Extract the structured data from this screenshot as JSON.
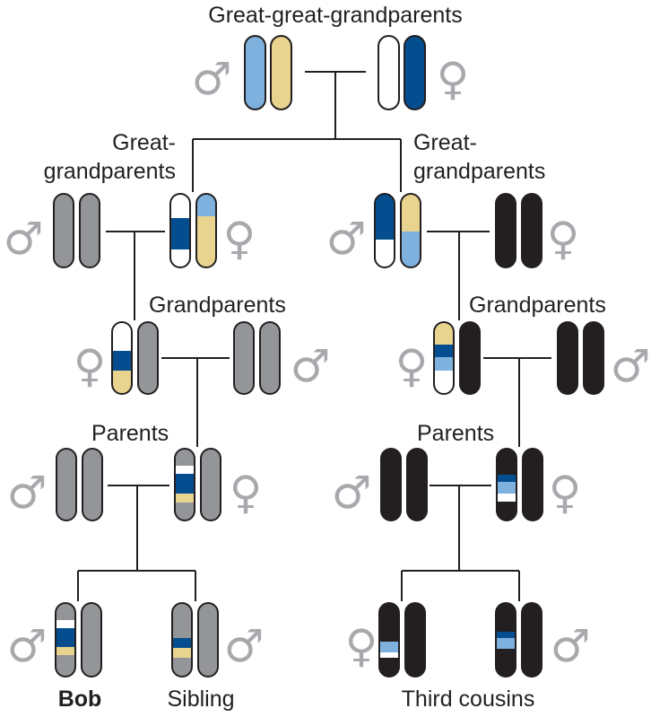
{
  "title": "Great-great-grandparents",
  "labels": {
    "ggp_left_line1": "Great-",
    "ggp_left_line2": "grandparents",
    "ggp_right_line1": "Great-",
    "ggp_right_line2": "grandparents",
    "gp_left": "Grandparents",
    "gp_right": "Grandparents",
    "par_left": "Parents",
    "par_right": "Parents",
    "bob": "Bob",
    "sibling": "Sibling",
    "third_cousins": "Third cousins"
  },
  "symbols": {
    "male": "♂",
    "female": "♀"
  },
  "colors": {
    "light_blue": "#7eb1de",
    "tan": "#e8d38f",
    "dark_blue": "#044e8f",
    "white": "#ffffff",
    "gray": "#939598",
    "black": "#231f20",
    "symbol_gray": "#a7a9ac",
    "line": "#231f20"
  },
  "individuals": [
    {
      "id": "gggp-male",
      "sex": "male",
      "chromosomes": [
        "light_blue",
        "tan"
      ]
    },
    {
      "id": "gggp-female",
      "sex": "female",
      "chromosomes": [
        "white",
        "dark_blue"
      ]
    },
    {
      "id": "ggp-left-male",
      "sex": "male",
      "chromosomes": [
        "gray",
        "gray"
      ]
    },
    {
      "id": "ggp-left-female",
      "sex": "female",
      "chromosomes": [
        "white+dark_blue",
        "tan+light_blue"
      ]
    },
    {
      "id": "ggp-right-male",
      "sex": "male",
      "chromosomes": [
        "dark_blue+white",
        "tan+light_blue"
      ]
    },
    {
      "id": "ggp-right-female",
      "sex": "female",
      "chromosomes": [
        "black",
        "black"
      ]
    },
    {
      "id": "gp-left-female",
      "sex": "female",
      "chromosomes": [
        "segmented",
        "gray"
      ]
    },
    {
      "id": "gp-left-male",
      "sex": "male",
      "chromosomes": [
        "gray",
        "gray"
      ]
    },
    {
      "id": "gp-right-female",
      "sex": "female",
      "chromosomes": [
        "segmented",
        "black"
      ]
    },
    {
      "id": "gp-right-male",
      "sex": "male",
      "chromosomes": [
        "black",
        "black"
      ]
    },
    {
      "id": "par-left-male",
      "sex": "male",
      "chromosomes": [
        "gray",
        "gray"
      ]
    },
    {
      "id": "par-left-female",
      "sex": "female",
      "chromosomes": [
        "segmented",
        "gray"
      ]
    },
    {
      "id": "par-right-male",
      "sex": "male",
      "chromosomes": [
        "black",
        "black"
      ]
    },
    {
      "id": "par-right-female",
      "sex": "female",
      "chromosomes": [
        "segmented",
        "black"
      ]
    },
    {
      "id": "bob",
      "sex": "male",
      "chromosomes": [
        "segmented",
        "gray"
      ]
    },
    {
      "id": "sibling",
      "sex": "male",
      "chromosomes": [
        "segmented",
        "gray"
      ]
    },
    {
      "id": "cousin-female",
      "sex": "female",
      "chromosomes": [
        "segmented",
        "black"
      ]
    },
    {
      "id": "cousin-male",
      "sex": "male",
      "chromosomes": [
        "segmented",
        "black"
      ]
    }
  ]
}
